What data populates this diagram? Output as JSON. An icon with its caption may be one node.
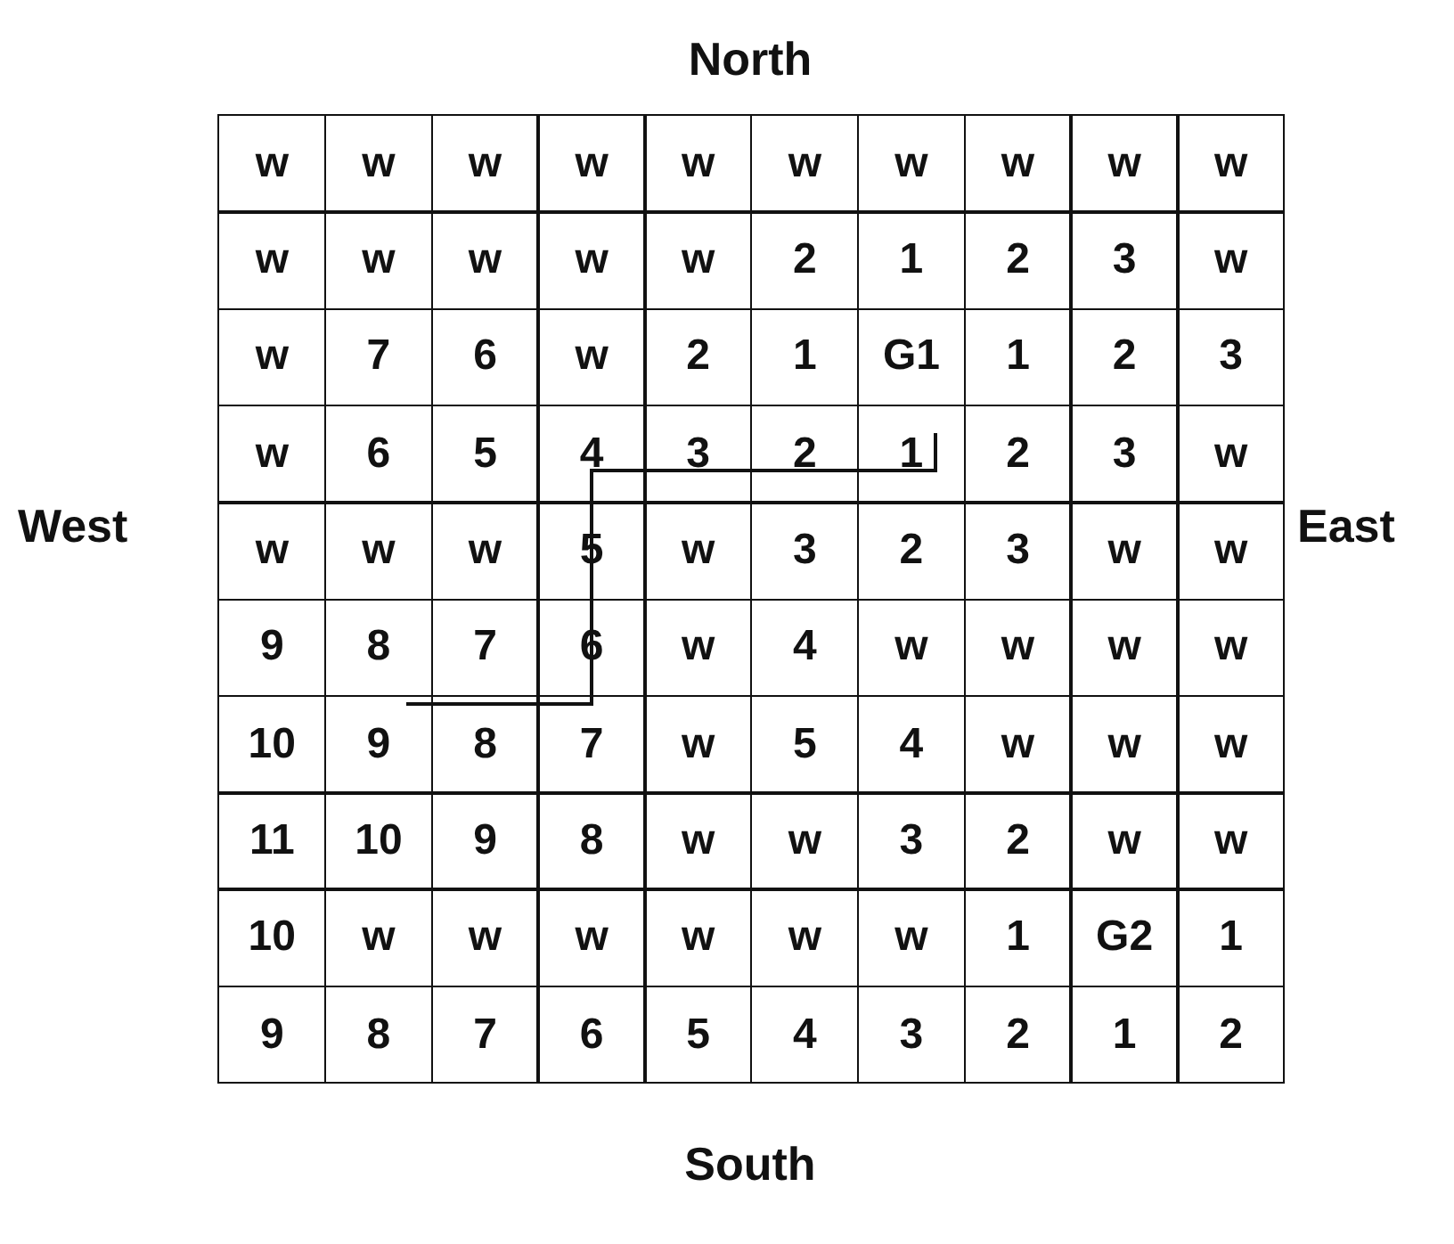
{
  "diagram": {
    "labels": [
      "North",
      "West",
      "East",
      "w",
      "w",
      "w",
      "w",
      "w",
      "w",
      "w",
      "w",
      "w",
      "w",
      "w",
      "w",
      "w",
      "w",
      "w",
      "2",
      "1",
      "2",
      "3",
      "w",
      "w",
      "7",
      "6",
      "w",
      "2",
      "1",
      "G1",
      "1",
      "2",
      "3",
      "w",
      "6",
      "5",
      "4",
      "3",
      "2",
      "1",
      "2",
      "3",
      "w",
      "w",
      "w",
      "w",
      "5",
      "w",
      "3",
      "2",
      "3",
      "w",
      "w",
      "9",
      "8",
      "7",
      "6",
      "w",
      "4",
      "w",
      "w",
      "w",
      "w",
      "10",
      "9",
      "8",
      "7",
      "w",
      "5",
      "4",
      "w",
      "w",
      "w",
      "11",
      "10",
      "9",
      "8",
      "w",
      "w",
      "3",
      "2",
      "w",
      "w",
      "10",
      "w",
      "w",
      "w",
      "w",
      "w",
      "w",
      "1",
      "G2",
      "1",
      "9",
      "8",
      "7",
      "6",
      "5",
      "4",
      "3",
      "2",
      "1",
      "2",
      "South"
    ]
  }
}
